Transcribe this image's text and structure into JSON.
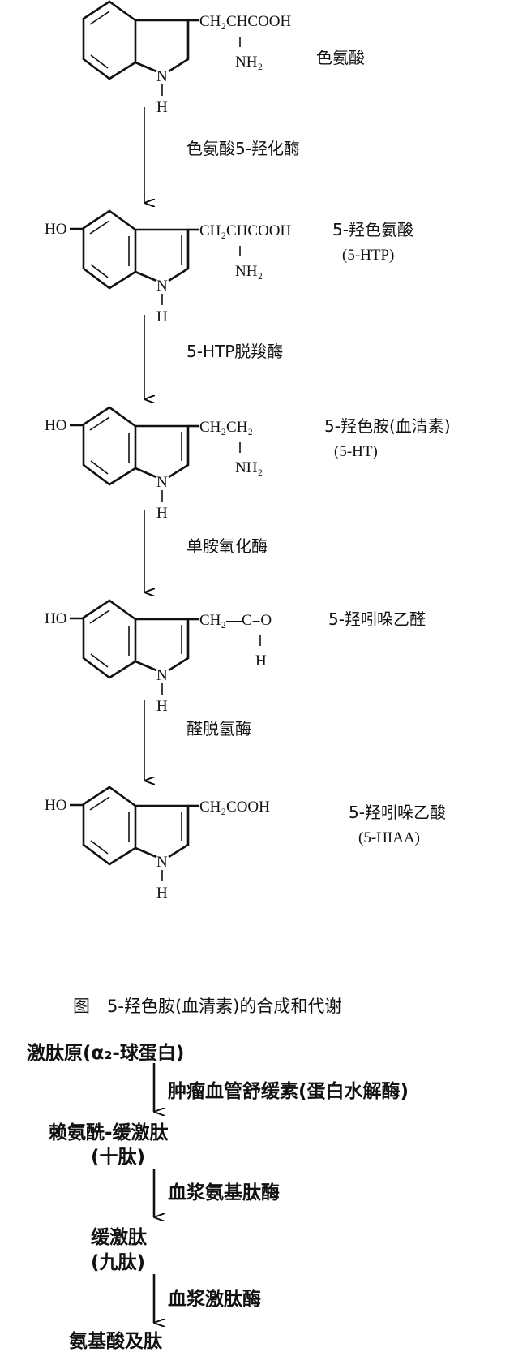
{
  "serotonin_pathway": {
    "compounds": [
      {
        "substituent": "CH₂CHCOOH",
        "amine": "NH₂",
        "name": "色氨酸",
        "abbr": "",
        "hydroxy": ""
      },
      {
        "substituent": "CH₂CHCOOH",
        "amine": "NH₂",
        "name": "5-羟色氨酸",
        "abbr": "(5-HTP)",
        "hydroxy": "HO"
      },
      {
        "substituent": "CH₂CH₂",
        "amine": "NH₂",
        "name": "5-羟色胺(血清素)",
        "abbr": "(5-HT)",
        "hydroxy": "HO"
      },
      {
        "substituent": "CH₂—C=O",
        "amine": "H",
        "name": "5-羟吲哚乙醛",
        "abbr": "",
        "hydroxy": "HO"
      },
      {
        "substituent": "CH₂COOH",
        "amine": "",
        "name": "5-羟吲哚乙酸",
        "abbr": "(5-HIAA)",
        "hydroxy": "HO"
      }
    ],
    "ring_atoms": {
      "n": "N",
      "h": "H"
    },
    "enzymes": [
      "色氨酸5-羟化酶",
      "5-HTP脱羧酶",
      "单胺氧化酶",
      "醛脱氢酶"
    ],
    "caption": "图　5-羟色胺(血清素)的合成和代谢"
  },
  "kinin_pathway": {
    "steps": [
      {
        "name": "激肽原(α₂-球蛋白)",
        "note": ""
      },
      {
        "name": "赖氨酰-缓激肽",
        "note": "(十肽)"
      },
      {
        "name": "缓激肽",
        "note": "(九肽)"
      },
      {
        "name": "氨基酸及肽",
        "note": ""
      }
    ],
    "enzymes": [
      "肿瘤血管舒缓素(蛋白水解酶)",
      "血浆氨基肽酶",
      "血浆激肽酶"
    ]
  }
}
